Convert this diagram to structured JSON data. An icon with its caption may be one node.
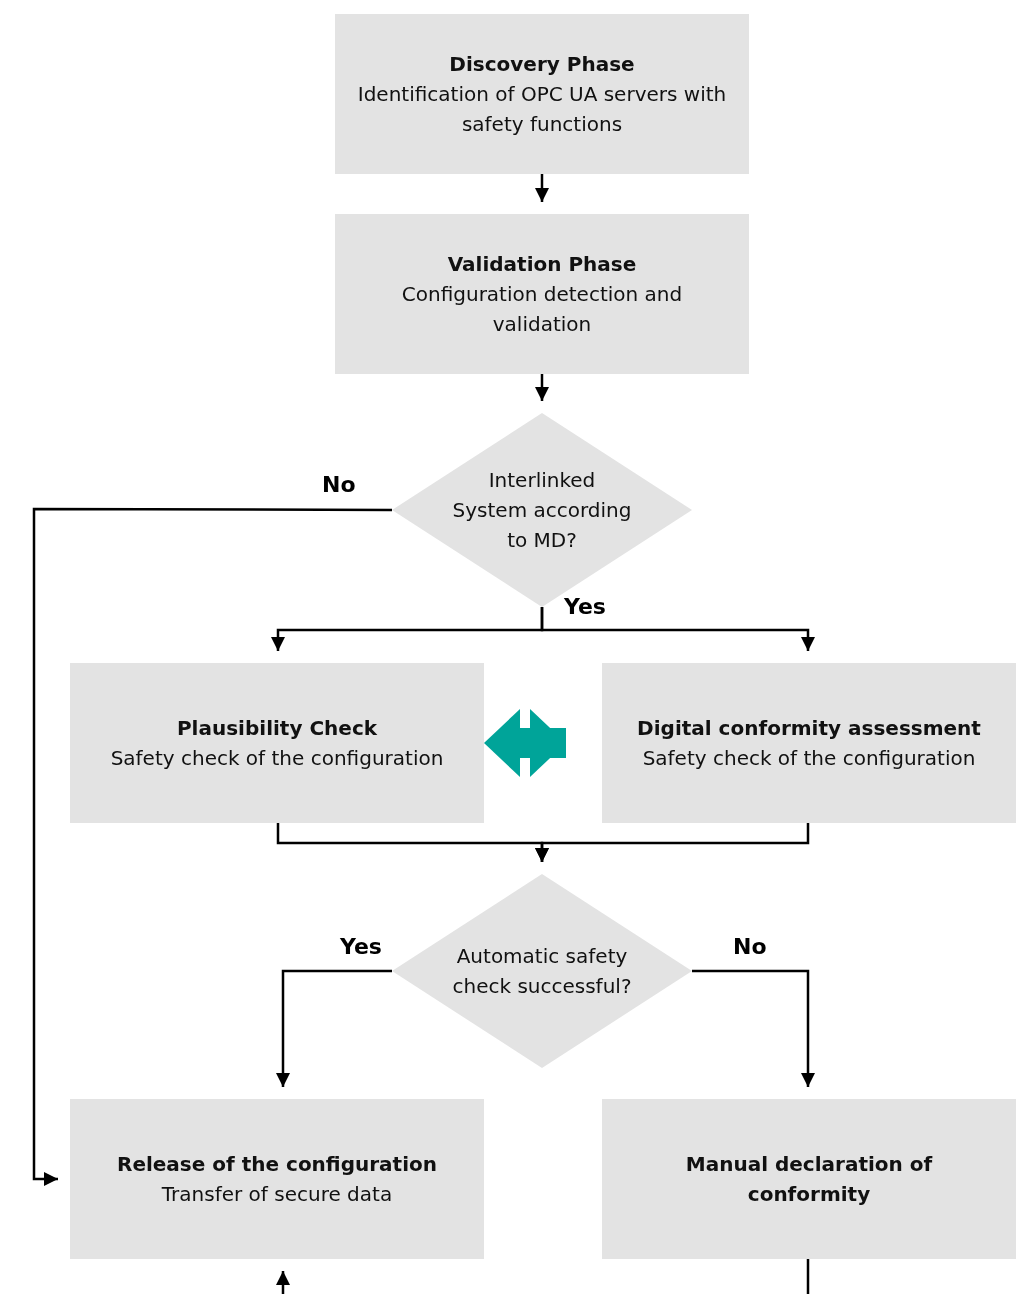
{
  "diagram": {
    "nodes": [
      {
        "text": [
          "Discovery Phase",
          "Identification of OPC UA servers with safety functions"
        ]
      },
      {
        "text": [
          "Validation Phase",
          "Configuration detection and validation"
        ]
      },
      {
        "text": [
          "Interlinked System according to MD?"
        ]
      },
      {
        "text": [
          "Plausibility Check",
          "Safety check of the configuration"
        ]
      },
      {
        "text": [
          "Digital conformity assessment",
          "Safety check of the configuration"
        ]
      },
      {
        "text": [
          "Automatic safety check successful?"
        ]
      },
      {
        "text": [
          "Release of the configuration",
          "Transfer of secure data"
        ]
      },
      {
        "text": [
          "Manual declaration of conformity"
        ]
      }
    ],
    "edges": [
      {
        "from": 0,
        "to": 1,
        "arrow": "to"
      },
      {
        "from": 1,
        "to": 2,
        "arrow": "to"
      },
      {
        "from": 2,
        "to": 6,
        "arrow": "to",
        "label": "No"
      },
      {
        "from": 2,
        "to": 3,
        "arrow": "to",
        "label": "Yes"
      },
      {
        "from": 2,
        "to": 4,
        "arrow": "to"
      },
      {
        "from": 3,
        "to": 4,
        "arrow": "both",
        "style": "thick",
        "color": "#00a499"
      },
      {
        "from": 3,
        "to": 5,
        "arrow": "to"
      },
      {
        "from": 4,
        "to": 5,
        "arrow": "to"
      },
      {
        "from": 5,
        "to": 6,
        "arrow": "to",
        "label": "Yes"
      },
      {
        "from": 5,
        "to": 7,
        "arrow": "to",
        "label": "No"
      },
      {
        "from": null,
        "to": 6,
        "arrow": "to"
      },
      {
        "from": 7,
        "to": null,
        "arrow": "none"
      }
    ]
  }
}
